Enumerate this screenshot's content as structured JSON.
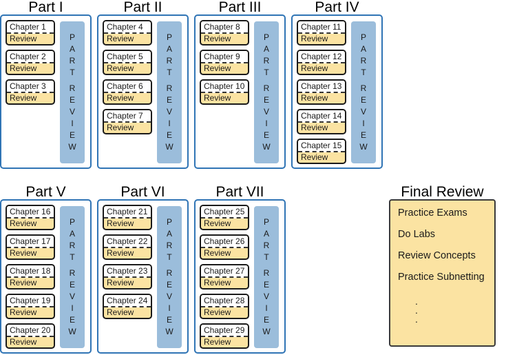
{
  "bar_letters": [
    "P",
    "A",
    "R",
    "T",
    "R",
    "E",
    "V",
    "I",
    "E",
    "W"
  ],
  "parts": [
    {
      "title": "Part I",
      "chapters": [
        {
          "name": "Chapter 1",
          "review": "Review"
        },
        {
          "name": "Chapter 2",
          "review": "Review"
        },
        {
          "name": "Chapter 3",
          "review": "Review"
        }
      ]
    },
    {
      "title": "Part II",
      "chapters": [
        {
          "name": "Chapter 4",
          "review": "Review"
        },
        {
          "name": "Chapter 5",
          "review": "Review"
        },
        {
          "name": "Chapter 6",
          "review": "Review"
        },
        {
          "name": "Chapter 7",
          "review": "Review"
        }
      ]
    },
    {
      "title": "Part III",
      "chapters": [
        {
          "name": "Chapter 8",
          "review": "Review"
        },
        {
          "name": "Chapter 9",
          "review": "Review"
        },
        {
          "name": "Chapter 10",
          "review": "Review"
        }
      ]
    },
    {
      "title": "Part IV",
      "chapters": [
        {
          "name": "Chapter 11",
          "review": "Review"
        },
        {
          "name": "Chapter 12",
          "review": "Review"
        },
        {
          "name": "Chapter 13",
          "review": "Review"
        },
        {
          "name": "Chapter 14",
          "review": "Review"
        },
        {
          "name": "Chapter 15",
          "review": "Review"
        }
      ]
    },
    {
      "title": "Part V",
      "chapters": [
        {
          "name": "Chapter 16",
          "review": "Review"
        },
        {
          "name": "Chapter 17",
          "review": "Review"
        },
        {
          "name": "Chapter 18",
          "review": "Review"
        },
        {
          "name": "Chapter 19",
          "review": "Review"
        },
        {
          "name": "Chapter 20",
          "review": "Review"
        }
      ]
    },
    {
      "title": "Part VI",
      "chapters": [
        {
          "name": "Chapter 21",
          "review": "Review"
        },
        {
          "name": "Chapter 22",
          "review": "Review"
        },
        {
          "name": "Chapter 23",
          "review": "Review"
        },
        {
          "name": "Chapter 24",
          "review": "Review"
        }
      ]
    },
    {
      "title": "Part VII",
      "chapters": [
        {
          "name": "Chapter 25",
          "review": "Review"
        },
        {
          "name": "Chapter 26",
          "review": "Review"
        },
        {
          "name": "Chapter 27",
          "review": "Review"
        },
        {
          "name": "Chapter 28",
          "review": "Review"
        },
        {
          "name": "Chapter 29",
          "review": "Review"
        }
      ]
    }
  ],
  "final_review": {
    "title": "Final Review",
    "items": [
      "Practice Exams",
      "Do Labs",
      "Review Concepts",
      "Practice Subnetting"
    ],
    "ellipsis": [
      ".",
      ".",
      "."
    ]
  },
  "colors": {
    "part_border": "#2f74b5",
    "review_bar": "#9bbddb",
    "chapter_fill": "#fbe3a2",
    "final_fill": "#fbe3a2"
  }
}
